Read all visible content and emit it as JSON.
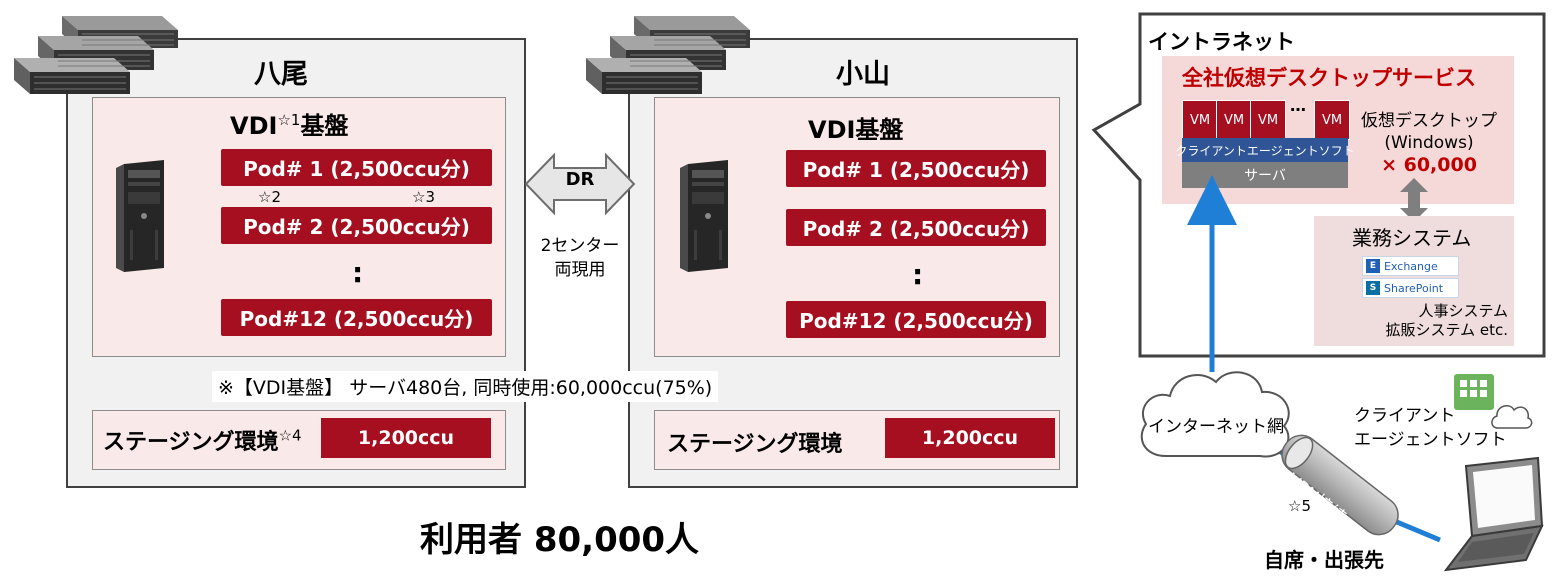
{
  "sites": [
    {
      "name": "八尾",
      "vdi_title": "VDI",
      "vdi_title_suffix": "基盤",
      "vdi_star": "☆1",
      "pods": [
        "Pod# 1 (2,500ccu分)",
        "Pod# 2 (2,500ccu分)",
        "Pod#12 (2,500ccu分)"
      ],
      "pod_dots": ":",
      "pod_stars": [
        "☆2",
        "☆3"
      ],
      "staging_label": "ステージング環境",
      "staging_star": "☆4",
      "staging_ccu": "1,200ccu"
    },
    {
      "name": "小山",
      "vdi_title": "VDI基盤",
      "pods": [
        "Pod# 1 (2,500ccu分)",
        "Pod# 2 (2,500ccu分)",
        "Pod#12 (2,500ccu分)"
      ],
      "pod_dots": ":",
      "staging_label": "ステージング環境",
      "staging_ccu": "1,200ccu"
    }
  ],
  "dr": {
    "label": "DR",
    "caption_line1": "2センター",
    "caption_line2": "両現用"
  },
  "note": "※【VDI基盤】 サーバ480台, 同時使用:60,000ccu(75%)",
  "users": "利用者 80,000人",
  "intranet": {
    "title": "イントラネット",
    "service_title": "全社仮想デスクトップサービス",
    "vms": [
      "VM",
      "VM",
      "VM",
      "VM"
    ],
    "vm_ellipsis": "…",
    "agent_layer": "クライアントエージェントソフト",
    "server_layer": "サーバ",
    "vd_line1": "仮想デスクトップ",
    "vd_line2": "(Windows)",
    "vd_count": "× 60,000",
    "biz_title": "業務システム",
    "biz_logos": [
      "Exchange",
      "SharePoint"
    ],
    "biz_sub_line1": "人事システム",
    "biz_sub_line2": "拡販システム etc."
  },
  "network": {
    "internet": "インターネット網",
    "vpn": "VPN接続",
    "vpn_star": "☆5",
    "client_line1": "クライアント",
    "client_line2": "エージェントソフト",
    "place": "自席・出張先"
  },
  "colors": {
    "accent_red": "#a50f1f",
    "title_red": "#c00000",
    "panel_pink": "#fae9e9",
    "site_gray": "#f1f1f1",
    "arrow_blue": "#1f7fd6"
  }
}
